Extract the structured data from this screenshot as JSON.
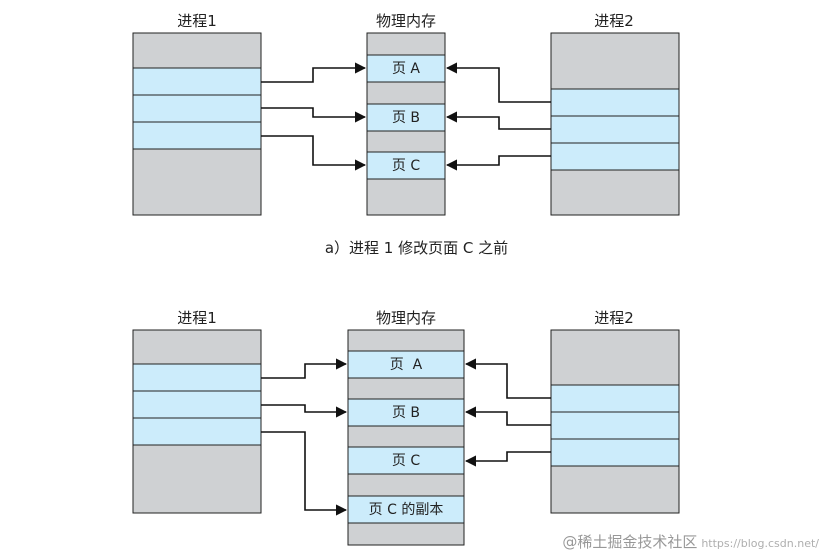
{
  "colors": {
    "gray": "#cfd1d3",
    "blue": "#ccecfb",
    "border": "#222222",
    "arrow": "#111111"
  },
  "diagram_a": {
    "caption": "a）进程 1 修改页面 C 之前",
    "process1_label": "进程1",
    "memory_label": "物理内存",
    "process2_label": "进程2",
    "pages": [
      "页 A",
      "页 B",
      "页 C"
    ]
  },
  "diagram_b": {
    "process1_label": "进程1",
    "memory_label": "物理内存",
    "process2_label": "进程2",
    "pages": [
      "页  A",
      "页 B",
      "页 C",
      "页 C 的副本"
    ]
  },
  "watermark": {
    "text": "@稀土掘金技术社区",
    "sub": "https://blog.csdn.net/"
  }
}
